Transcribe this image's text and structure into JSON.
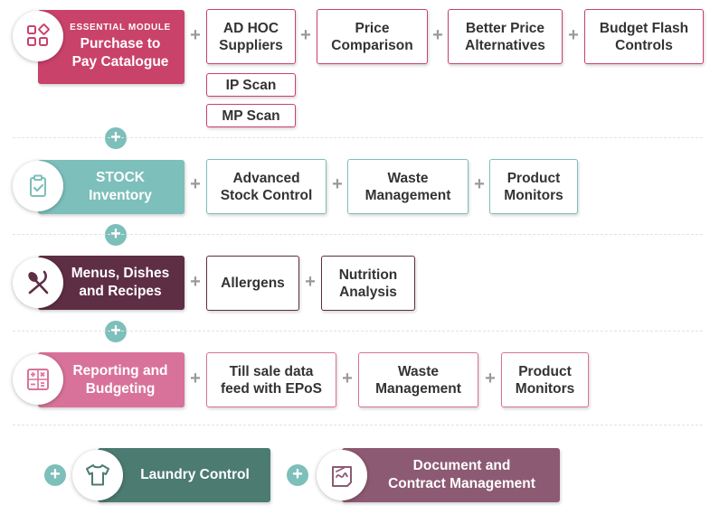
{
  "colors": {
    "purchase": "#c9426a",
    "stock": "#7dbfba",
    "menus": "#5e2e45",
    "reporting": "#d9729a",
    "laundry": "#4b7b71",
    "document": "#8d5a73",
    "connector_plus": "#7dbfba"
  },
  "modules": {
    "purchase": {
      "kicker": "ESSENTIAL MODULE",
      "title_line1": "Purchase to",
      "title_line2": "Pay Catalogue",
      "icon": "shapes-grid-icon"
    },
    "stock": {
      "title_line1": "STOCK",
      "title_line2": "Inventory",
      "icon": "clipboard-check-icon"
    },
    "menus": {
      "title_line1": "Menus, Dishes",
      "title_line2": "and Recipes",
      "icon": "spoon-knife-icon"
    },
    "reporting": {
      "title_line1": "Reporting and",
      "title_line2": "Budgeting",
      "icon": "calculator-icon"
    },
    "laundry": {
      "title": "Laundry Control",
      "icon": "tshirt-icon"
    },
    "document": {
      "title_line1": "Document and",
      "title_line2": "Contract Management",
      "icon": "document-signature-icon"
    }
  },
  "features": {
    "purchase": [
      {
        "line1": "AD HOC",
        "line2": "Suppliers"
      },
      {
        "line1": "Price",
        "line2": "Comparison"
      },
      {
        "line1": "Better Price",
        "line2": "Alternatives"
      },
      {
        "line1": "Budget Flash",
        "line2": "Controls"
      }
    ],
    "purchase_sub": [
      {
        "label": "IP Scan"
      },
      {
        "label": "MP Scan"
      }
    ],
    "stock": [
      {
        "line1": "Advanced",
        "line2": "Stock Control"
      },
      {
        "line1": "Waste",
        "line2": "Management"
      },
      {
        "line1": "Product",
        "line2": "Monitors"
      }
    ],
    "menus": [
      {
        "line1": "Allergens",
        "line2": ""
      },
      {
        "line1": "Nutrition",
        "line2": "Analysis"
      }
    ],
    "reporting": [
      {
        "line1": "Till sale data",
        "line2": "feed with EPoS"
      },
      {
        "line1": "Waste",
        "line2": "Management"
      },
      {
        "line1": "Product",
        "line2": "Monitors"
      }
    ]
  },
  "symbols": {
    "plus": "+"
  }
}
